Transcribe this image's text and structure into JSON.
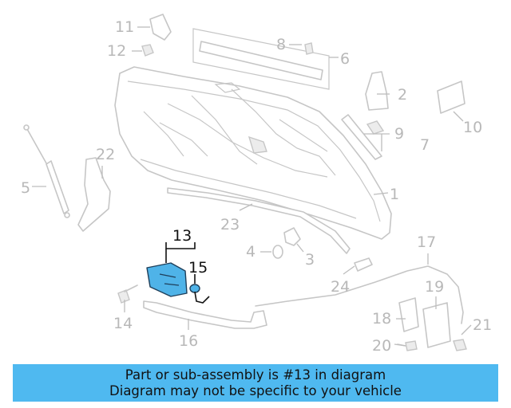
{
  "callouts": {
    "c1": "1",
    "c2": "2",
    "c3": "3",
    "c4": "4",
    "c5": "5",
    "c6": "6",
    "c7": "7",
    "c8": "8",
    "c9": "9",
    "c10": "10",
    "c11": "11",
    "c12": "12",
    "c13": "13",
    "c14": "14",
    "c15": "15",
    "c16": "16",
    "c17": "17",
    "c18": "18",
    "c19": "19",
    "c20": "20",
    "c21": "21",
    "c22": "22",
    "c23": "23",
    "c24": "24"
  },
  "highlighted_part": "13",
  "colors": {
    "highlight": "#4fb3e8",
    "banner": "#4fb9f0",
    "lines": "#c6c6c6"
  },
  "banner": {
    "line1": "Part or sub-assembly is #13 in diagram",
    "line2": "Diagram may not be specific to your vehicle"
  }
}
